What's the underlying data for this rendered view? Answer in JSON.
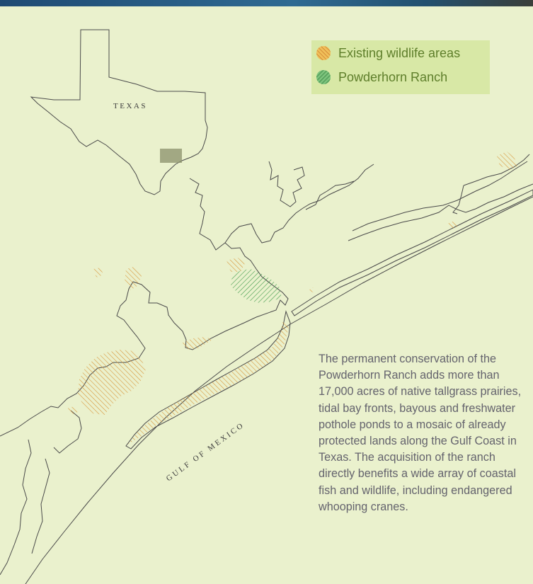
{
  "map": {
    "state_label": "TEXAS",
    "water_label": "GULF OF MEXICO"
  },
  "legend": {
    "items": [
      {
        "label": "Existing wildlife areas",
        "pattern": "orange-hatch",
        "color": "#d8963a"
      },
      {
        "label": "Powderhorn Ranch",
        "pattern": "green-hatch",
        "color": "#3f9a4a"
      }
    ]
  },
  "description": {
    "text": "The permanent conservation of the Powderhorn Ranch adds more than 17,000 acres of native tallgrass prairies, tidal bay fronts, bayous and freshwater pothole ponds to a mosaic of already protected lands along the Gulf Coast in Texas. The acquisition of the ranch directly benefits a wide array of coastal fish and wildlife, including endangered whooping cranes."
  },
  "colors": {
    "background": "#eaf1cd",
    "legend_bg": "#d8e8a6",
    "coastline": "#4a4a4a",
    "wildlife_hatch": "#d8963a",
    "ranch_hatch": "#3f9a4a",
    "text": "#64636d"
  }
}
